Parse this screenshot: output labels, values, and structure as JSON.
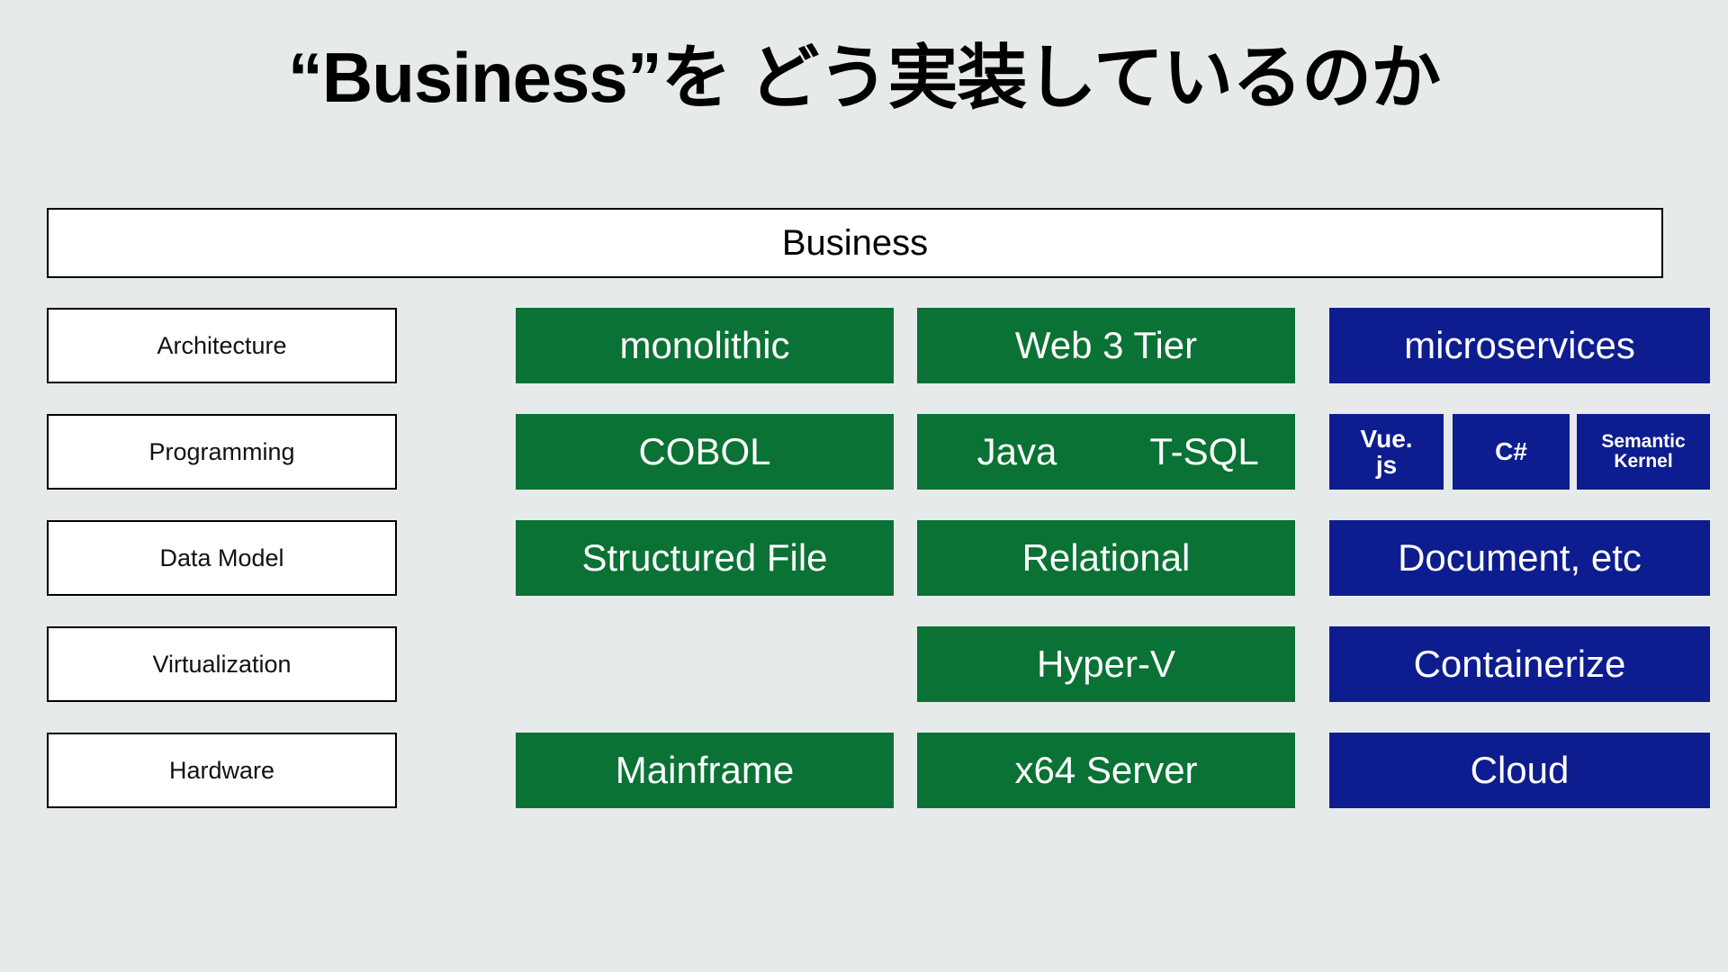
{
  "slide": {
    "title": "“Business”を どう実装しているのか",
    "background_color": "#e7eaeb",
    "header_bar": {
      "label": "Business",
      "background_color": "#ffffff",
      "border_color": "#000000",
      "text_color": "#000000"
    },
    "legend_colors": {
      "legacy_green": "#0a7234",
      "modern_blue": "#0d1d8f",
      "label_white": "#ffffff"
    },
    "rows": [
      {
        "label": "Architecture",
        "cells": [
          {
            "text": "monolithic",
            "color": "green"
          },
          {
            "text": "Web 3 Tier",
            "color": "green"
          },
          {
            "text": "microservices",
            "color": "blue"
          }
        ]
      },
      {
        "label": "Programming",
        "cells": [
          {
            "text": "COBOL",
            "color": "green"
          },
          {
            "text": "Java",
            "color": "green"
          },
          {
            "text": "T-SQL",
            "color": "green"
          },
          {
            "text": "Vue.\njs",
            "color": "blue"
          },
          {
            "text": "C#",
            "color": "blue"
          },
          {
            "text": "Semantic\nKernel",
            "color": "blue"
          }
        ]
      },
      {
        "label": "Data Model",
        "cells": [
          {
            "text": "Structured File",
            "color": "green"
          },
          {
            "text": "Relational",
            "color": "green"
          },
          {
            "text": "Document, etc",
            "color": "blue"
          }
        ]
      },
      {
        "label": "Virtualization",
        "cells": [
          {
            "text": "",
            "color": "none"
          },
          {
            "text": "Hyper-V",
            "color": "green"
          },
          {
            "text": "Containerize",
            "color": "blue"
          }
        ]
      },
      {
        "label": "Hardware",
        "cells": [
          {
            "text": "Mainframe",
            "color": "green"
          },
          {
            "text": "x64 Server",
            "color": "green"
          },
          {
            "text": "Cloud",
            "color": "blue"
          }
        ]
      }
    ]
  }
}
